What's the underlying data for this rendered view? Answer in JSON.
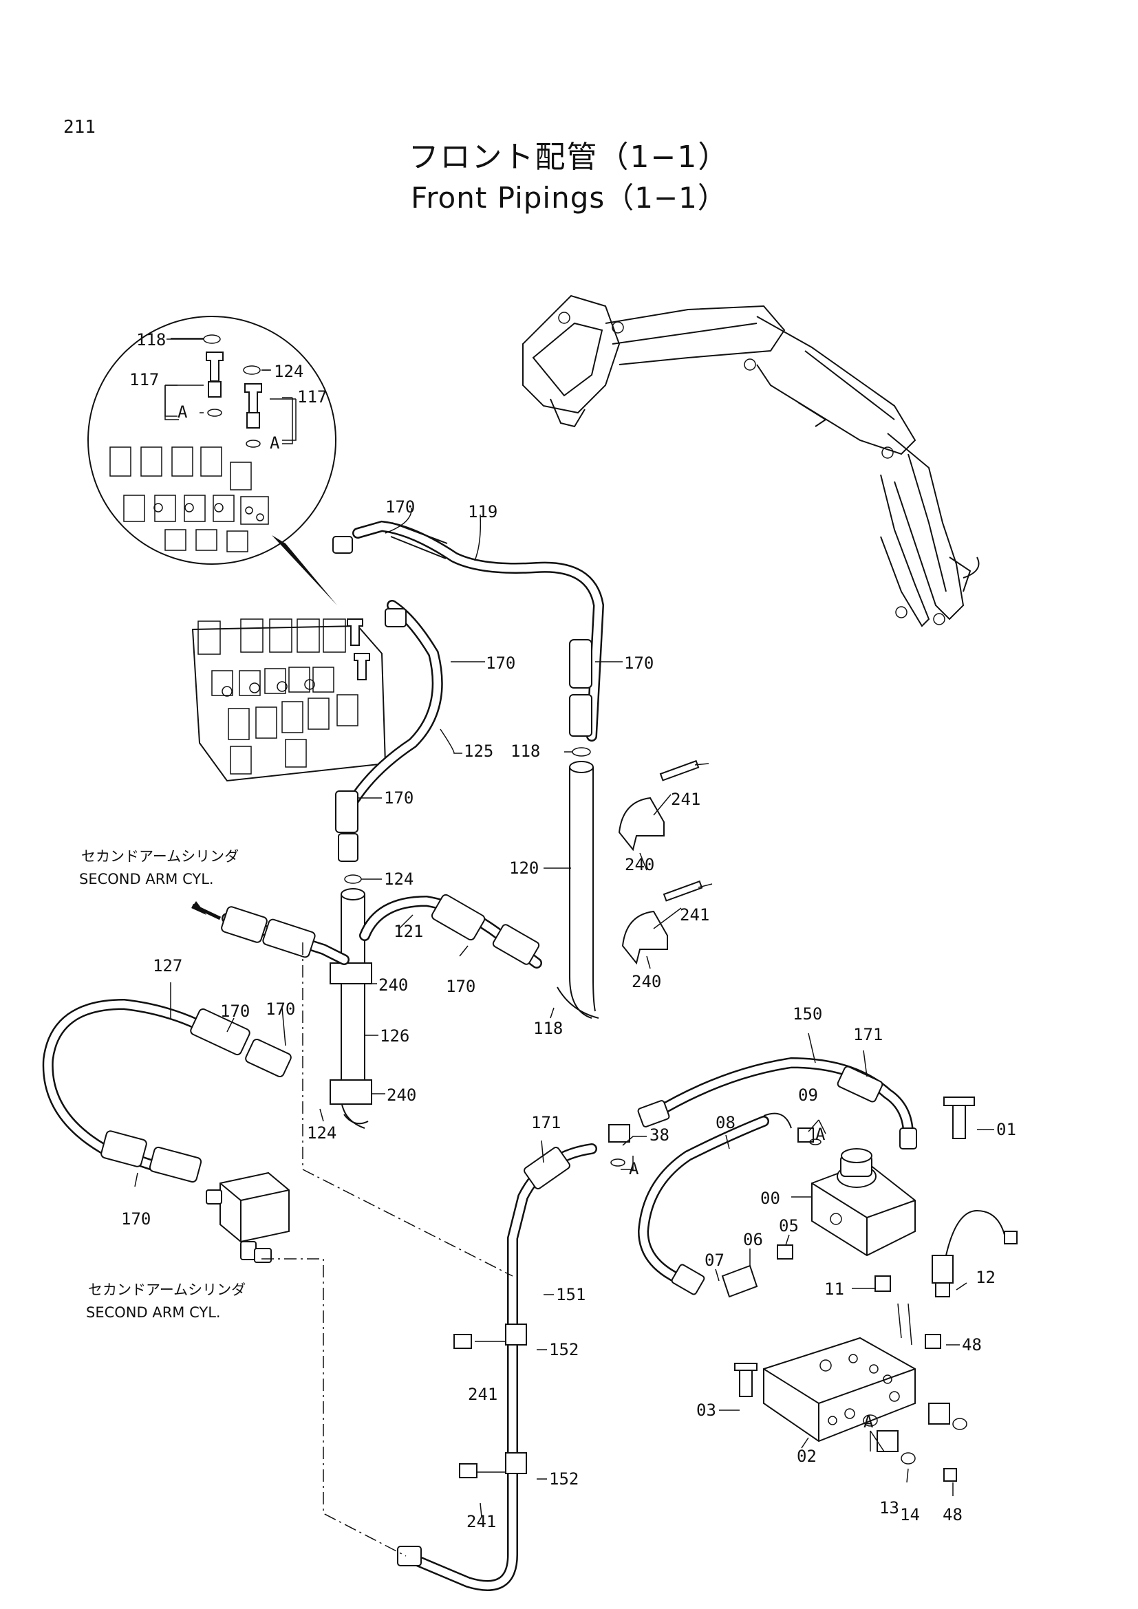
{
  "page": {
    "number": "211",
    "title_jp": "フロント配管（1−1）",
    "title_en": "Front Pipings（1−1）"
  },
  "notes": {
    "second_arm_jp": "セカンドアームシリンダ",
    "second_arm_en": "SECOND ARM CYL."
  },
  "callouts": {
    "c118a": "118",
    "c117a": "117",
    "cAa": "A",
    "c124a": "124",
    "c117b": "117",
    "cAb": "A",
    "c170a": "170",
    "c119": "119",
    "c170b": "170",
    "c170c": "170",
    "c125": "125",
    "c118b": "118",
    "c170d": "170",
    "c241a": "241",
    "c240a": "240",
    "c124b": "124",
    "c120": "120",
    "c121": "121",
    "c170e": "170",
    "c241b": "241",
    "c240b": "240",
    "c127": "127",
    "c170f": "170",
    "c170g": "170",
    "c240c": "240",
    "c118c": "118",
    "c126": "126",
    "c240d": "240",
    "c124c": "124",
    "c170h": "170",
    "c150": "150",
    "c171a": "171",
    "c171b": "171",
    "c38": "38",
    "cAc": "A",
    "c08": "08",
    "c09": "09",
    "cAd": "A",
    "c01": "01",
    "c00": "00",
    "c06": "06",
    "c05": "05",
    "c07": "07",
    "c11": "11",
    "c12": "12",
    "c151": "151",
    "c152a": "152",
    "c241c": "241",
    "c48a": "48",
    "c03": "03",
    "c02": "02",
    "cAe": "A",
    "c13": "13",
    "c14": "14",
    "c48b": "48",
    "c152b": "152",
    "c241d": "241"
  }
}
